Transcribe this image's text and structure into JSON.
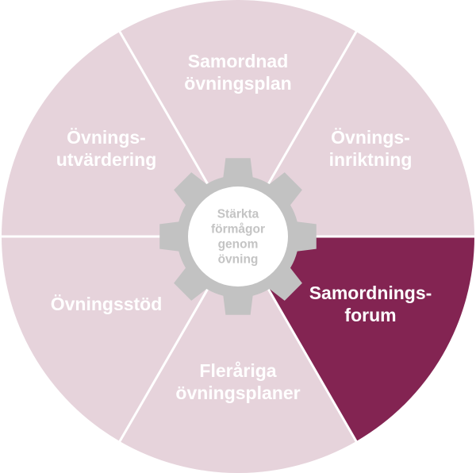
{
  "colors": {
    "segment_default": "#e6d3db",
    "segment_highlight": "#832452",
    "divider": "#ffffff",
    "gear": "#c2c2c2",
    "hub_fill": "#ffffff",
    "segment_text": "#ffffff",
    "hub_text": "#c4c4c4"
  },
  "segments": [
    {
      "id": "samordnad-ovningsplan",
      "lines": [
        "Samordnad",
        "övningsplan"
      ],
      "highlighted": false
    },
    {
      "id": "ovningsinriktning",
      "lines": [
        "Övnings-",
        "inriktning"
      ],
      "highlighted": false
    },
    {
      "id": "samordningsforum",
      "lines": [
        "Samordnings-",
        "forum"
      ],
      "highlighted": true
    },
    {
      "id": "flerariga-ovningsplaner",
      "lines": [
        "Fleråriga",
        "övningsplaner"
      ],
      "highlighted": false
    },
    {
      "id": "ovningsstod",
      "lines": [
        "Övningsstöd"
      ],
      "highlighted": false
    },
    {
      "id": "ovningsutvardering",
      "lines": [
        "Övnings-",
        "utvärdering"
      ],
      "highlighted": false
    }
  ],
  "center": {
    "lines": [
      "Stärkta",
      "förmågor",
      "genom",
      "övning"
    ]
  }
}
